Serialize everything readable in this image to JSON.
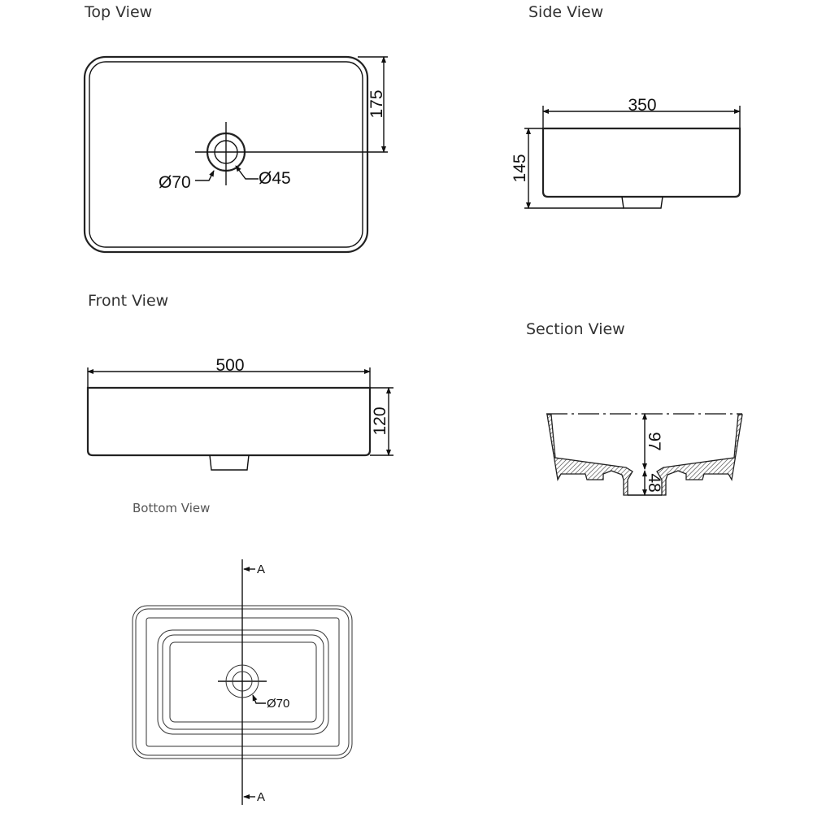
{
  "views": {
    "top": {
      "title": "Top View",
      "dim_depth": "175",
      "dim_outer_dia": "Ø70",
      "dim_inner_dia": "Ø45"
    },
    "side": {
      "title": "Side View",
      "dim_width": "350",
      "dim_height": "145"
    },
    "front": {
      "title": "Front View",
      "dim_width": "500",
      "dim_height": "120"
    },
    "section": {
      "title": "Section View",
      "dim_bowl_depth": "97",
      "dim_drain_depth": "48"
    },
    "bottom": {
      "title": "Bottom View",
      "dim_dia": "Ø70",
      "section_mark_top": "A",
      "section_mark_bottom": "A"
    }
  }
}
